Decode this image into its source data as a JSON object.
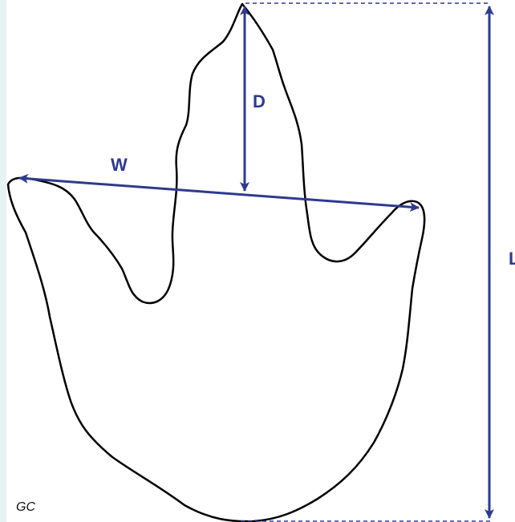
{
  "labels": {
    "width": "W",
    "depth": "D",
    "length": "L"
  },
  "credit": "GC",
  "colors": {
    "background": "#e6f2f4",
    "panel": "#ffffff",
    "outline": "#000000",
    "measure": "#2e3a8f"
  }
}
